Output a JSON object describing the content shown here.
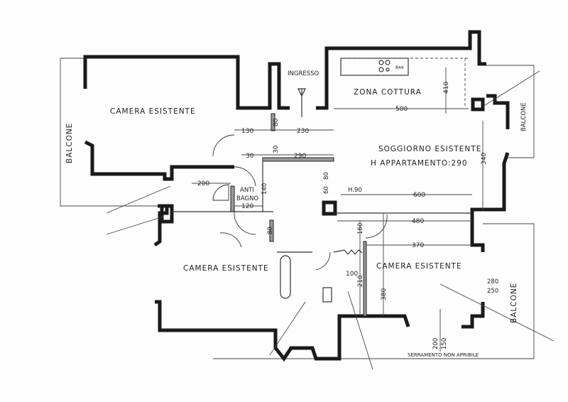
{
  "rooms": {
    "camera_top_left": "CAMERA ESISTENTE",
    "camera_middle_left": "CAMERA ESISTENTE",
    "camera_right": "CAMERA ESISTENTE",
    "ingresso": "INGRESSO",
    "zona_cottura": "ZONA COTTURA",
    "soggiorno": "SOGGIORNO ESISTENTE",
    "altezza": "H APPARTAMENTO:290",
    "anti_bagno_1": "ANTI",
    "anti_bagno_2": "BAGNO",
    "balcone_left": "BALCONE",
    "balcone_right_top": "BALCONE",
    "balcone_right_bottom": "BALCONE",
    "serramento": "SERRAMENTO NON APRIBILE",
    "stove": "844"
  },
  "dimensions": {
    "d500": "500",
    "d410": "410",
    "d130": "130",
    "d80a": "80",
    "d230": "230",
    "d30a": "30",
    "d30b": "30",
    "d290": "290",
    "d200": "200",
    "d120": "120",
    "d140": "140",
    "d80b": "80",
    "d80c": "80",
    "d60": "60",
    "h90": "H.90",
    "d600": "600",
    "d340": "340",
    "d480": "480",
    "d160": "160",
    "d370": "370",
    "d100": "100",
    "d210": "210",
    "d380": "380",
    "d280": "280",
    "d250": "250",
    "d200b": "200",
    "d150": "150"
  }
}
